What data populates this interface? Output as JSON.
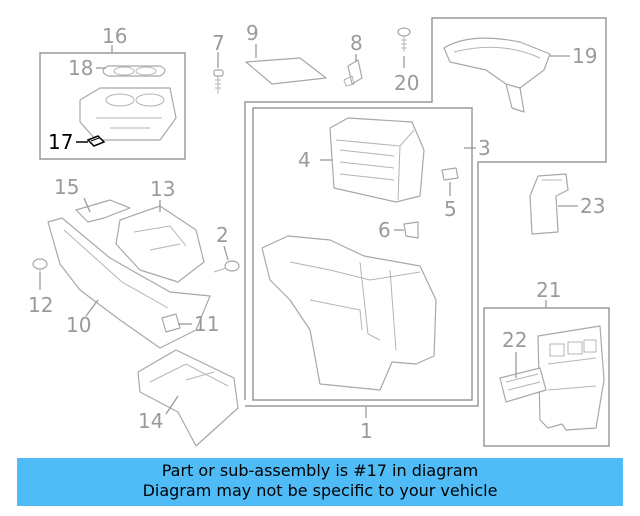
{
  "callouts": {
    "c1": "1",
    "c2": "2",
    "c3": "3",
    "c4": "4",
    "c5": "5",
    "c6": "6",
    "c7": "7",
    "c8": "8",
    "c9": "9",
    "c10": "10",
    "c11": "11",
    "c12": "12",
    "c13": "13",
    "c14": "14",
    "c15": "15",
    "c16": "16",
    "c17": "17",
    "c18": "18",
    "c19": "19",
    "c20": "20",
    "c21": "21",
    "c22": "22",
    "c23": "23"
  },
  "banner": {
    "line1": "Part or sub-assembly is #17 in diagram",
    "line2": "Diagram may not be specific to your vehicle"
  },
  "colors": {
    "banner": "#4fbcf7",
    "highlight": "#000000",
    "parts": "#a8a8a8"
  }
}
